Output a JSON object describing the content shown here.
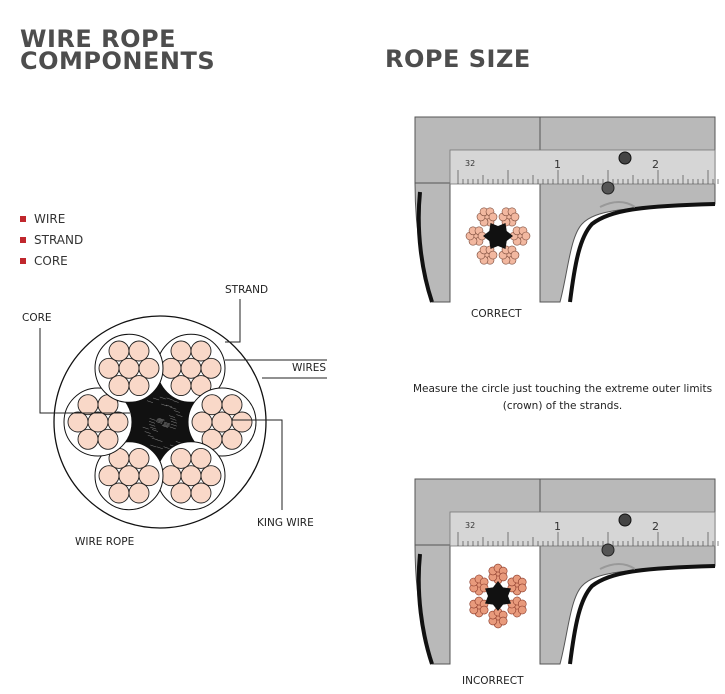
{
  "left": {
    "title_line1": "WIRE ROPE",
    "title_line2": "COMPONENTS",
    "legend": [
      {
        "label": "WIRE"
      },
      {
        "label": "STRAND"
      },
      {
        "label": "CORE"
      }
    ],
    "diagram_labels": {
      "core": "CORE",
      "strand": "STRAND",
      "wires": "WIRES",
      "king_wire": "KING WIRE",
      "wire_rope": "WIRE ROPE"
    }
  },
  "right": {
    "title": "ROPE SIZE",
    "caliper_scale": {
      "mark_32": "32",
      "mark_1": "1",
      "mark_2": "2"
    },
    "correct_label": "CORRECT",
    "instruction": "Measure the circle just touching the extreme outer limits (crown) of the strands.",
    "incorrect_label": "INCORRECT"
  },
  "colors": {
    "accent_square": "#c0272d",
    "wire_fill": "#f9d8c8",
    "caliper_gray": "#b9b9b9",
    "core_black": "#111111"
  }
}
